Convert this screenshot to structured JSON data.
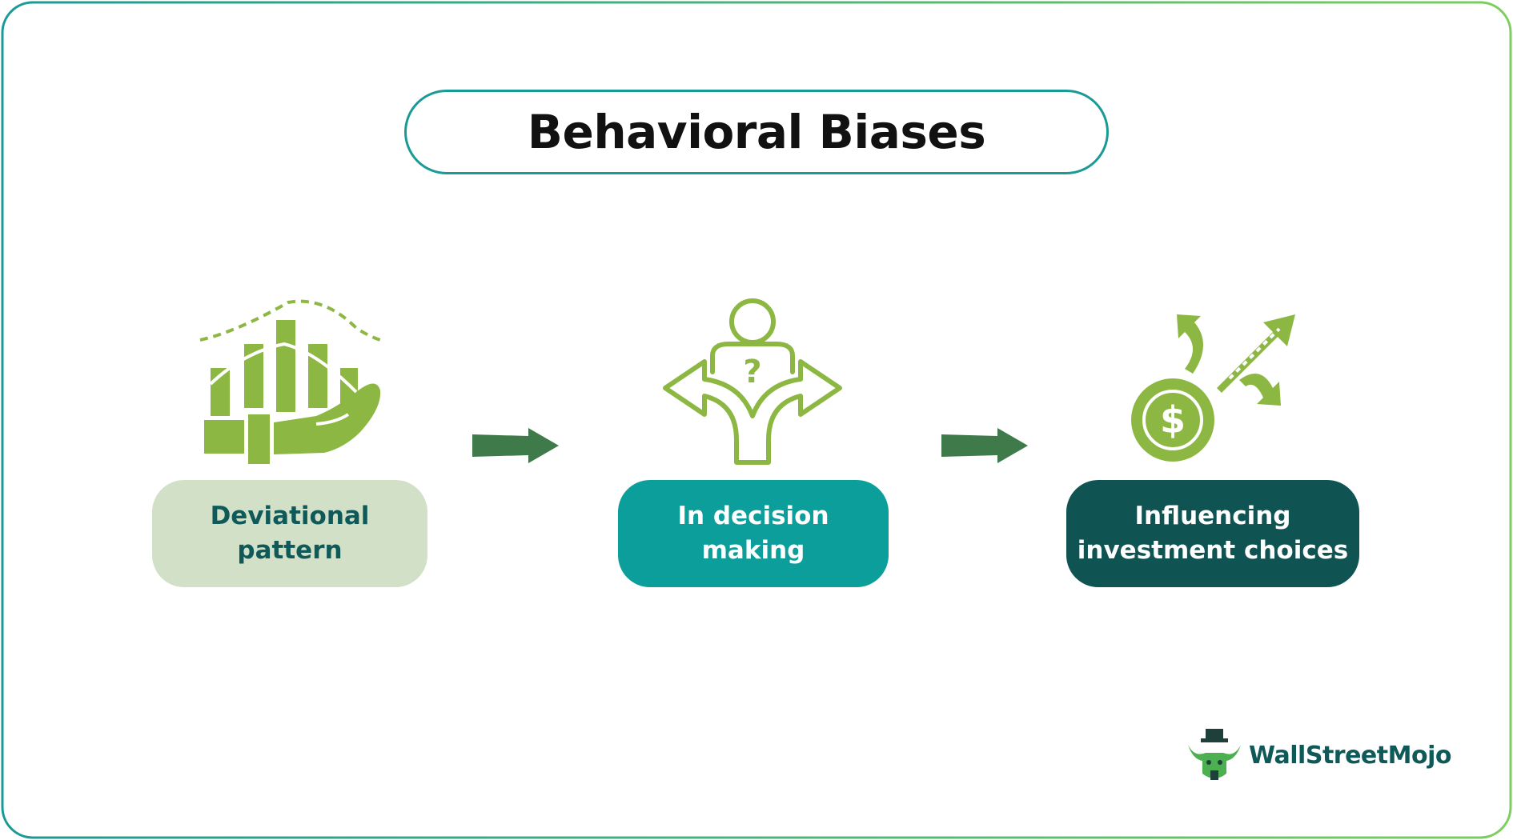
{
  "title": "Behavioral Biases",
  "colors": {
    "border_gradient_start": "#1a9a96",
    "border_gradient_end": "#7ccf5e",
    "icon_green": "#8db743",
    "arrow_green": "#3f7a4a",
    "step1_bg": "#d3e0c8",
    "step1_text": "#0f5a59",
    "step2_bg": "#0c9e9a",
    "step2_text": "#ffffff",
    "step3_bg": "#0f5353",
    "step3_text": "#ffffff",
    "logo_text": "#0f5a59"
  },
  "steps": [
    {
      "line1": "Deviational",
      "line2": "pattern",
      "icon": "hand-bar-chart-icon"
    },
    {
      "line1": "In decision",
      "line2": "making",
      "icon": "person-decision-icon"
    },
    {
      "line1": "Influencing",
      "line2": "investment choices",
      "icon": "dollar-growth-icon"
    }
  ],
  "logo": {
    "text": "WallStreetMojo",
    "icon": "bull-logo-icon"
  }
}
